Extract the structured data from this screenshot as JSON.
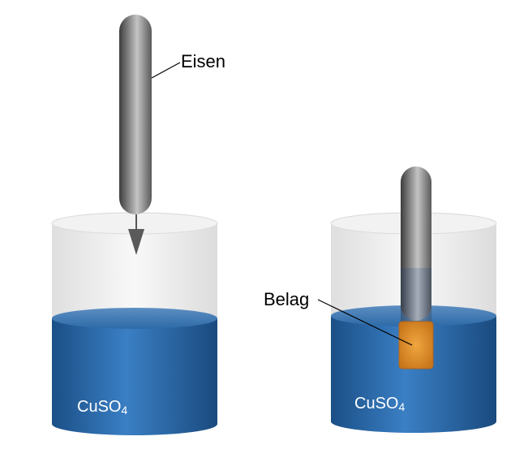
{
  "labels": {
    "iron": "Eisen",
    "coating": "Belag"
  },
  "beakers": [
    {
      "solution": "CuSO",
      "subscript": "4"
    },
    {
      "solution": "CuSO",
      "subscript": "4"
    }
  ],
  "colors": {
    "solution": "#1f5e9e",
    "solution_highlight": "#3a7fc4",
    "rod_dark": "#4a4a4a",
    "rod_light": "#bdbdbd",
    "coating": "#d98a1f",
    "glass": "#e6e6e6"
  }
}
